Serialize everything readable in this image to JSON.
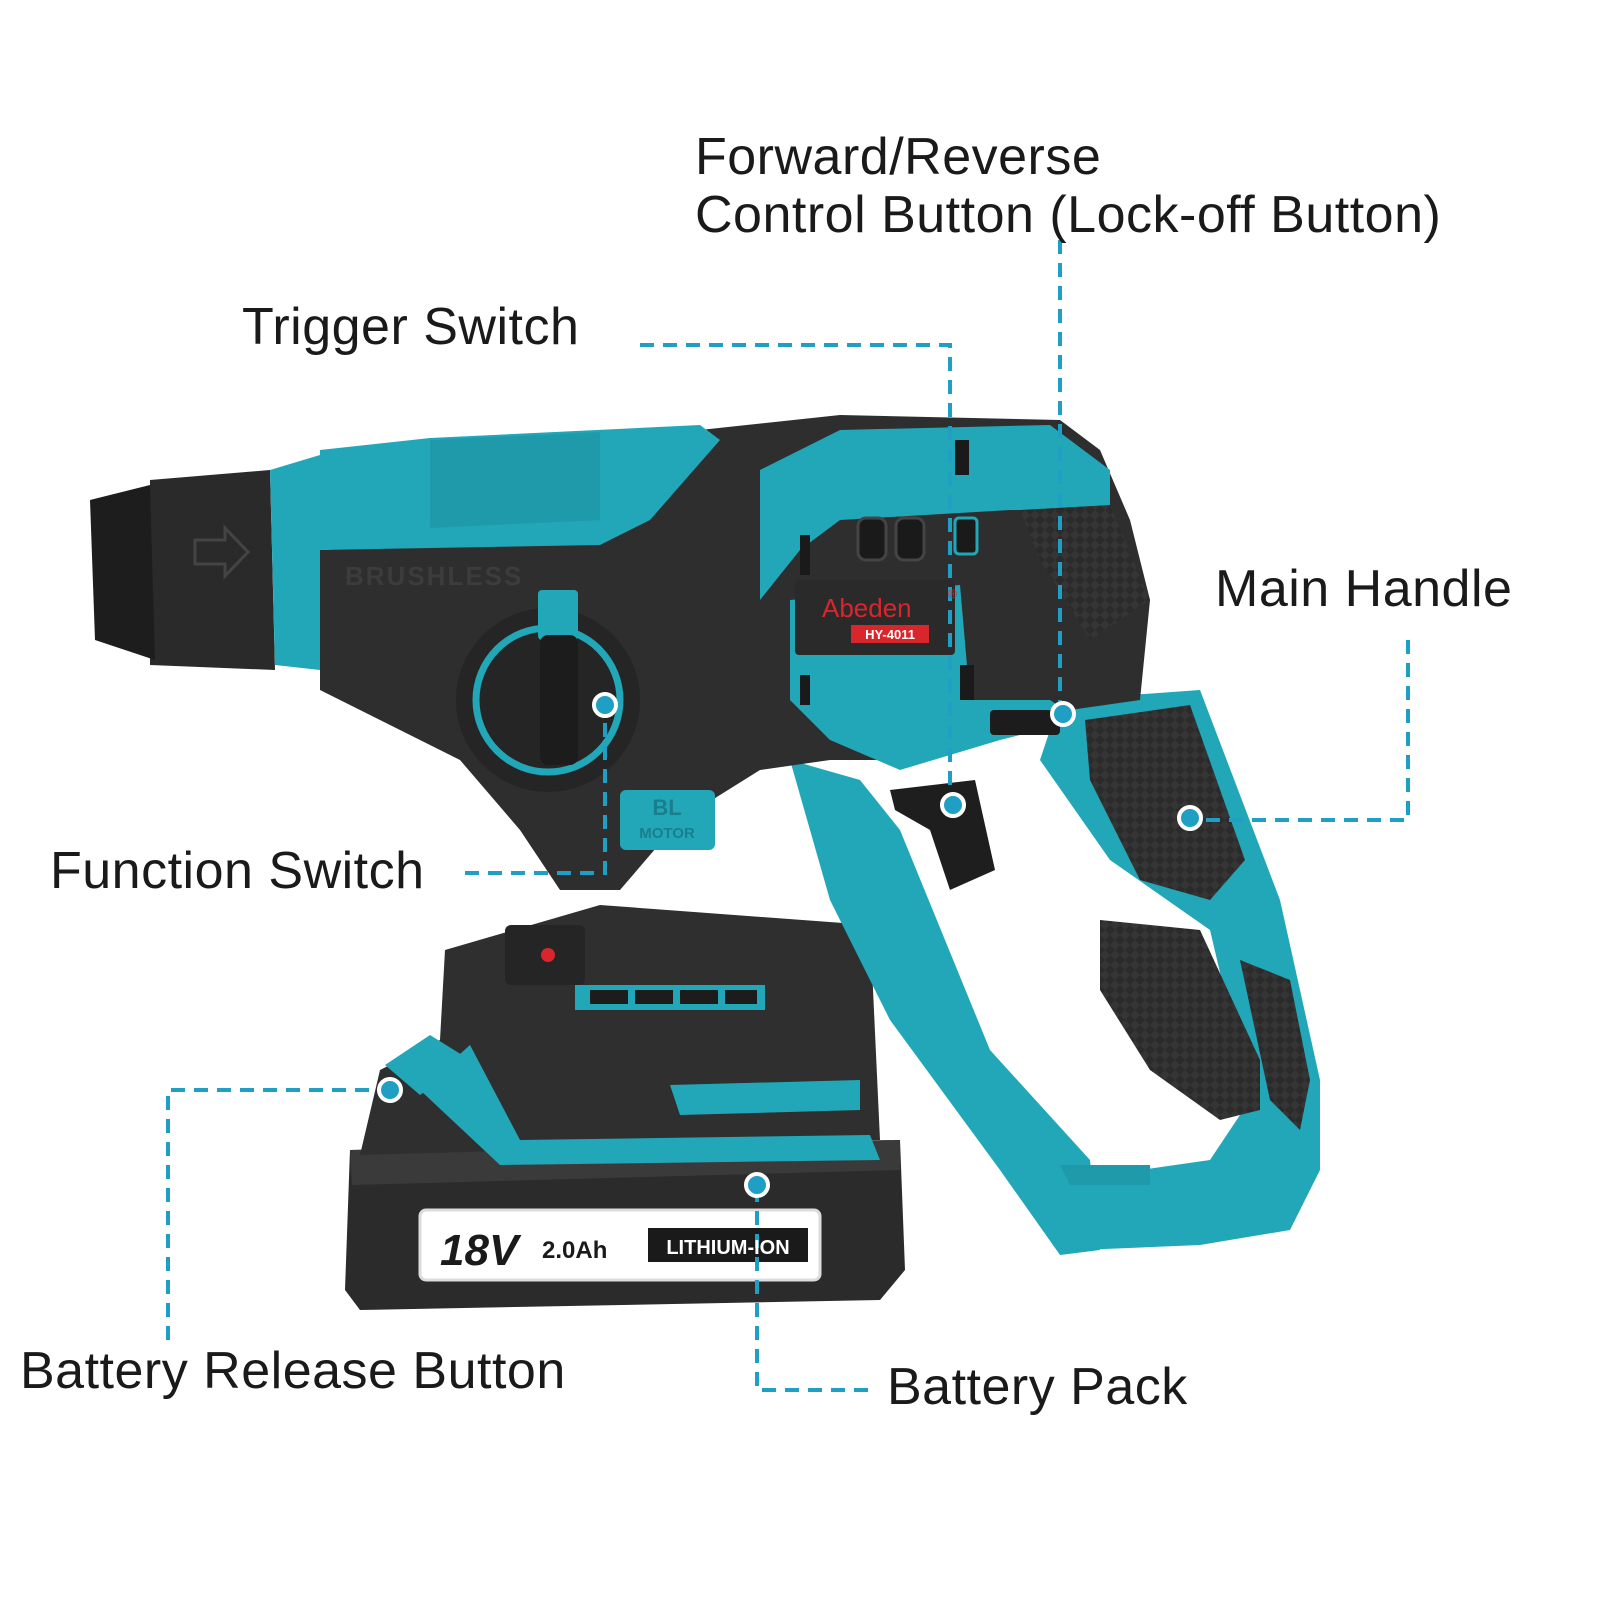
{
  "colors": {
    "accent": "#1aa6b8",
    "body_teal": "#22a7b8",
    "body_dark": "#2a2a2a",
    "leader": "#1f9fc4",
    "brand_red": "#d9262c",
    "background": "#ffffff"
  },
  "callouts": {
    "forward_reverse": {
      "line1": "Forward/Reverse",
      "line2": "Control Button (Lock-off Button)"
    },
    "trigger_switch": "Trigger Switch",
    "main_handle": "Main Handle",
    "function_switch": "Function Switch",
    "battery_release": "Battery Release Button",
    "battery_pack": "Battery Pack"
  },
  "tool": {
    "body_text": "BRUSHLESS",
    "brand": "Abeden",
    "brand_mark": "®",
    "model": "HY-4011",
    "motor_badge_top": "BL",
    "motor_badge_bottom": "MOTOR",
    "battery_voltage": "18V",
    "battery_capacity": "2.0Ah",
    "battery_chemistry": "LITHIUM-ION"
  }
}
